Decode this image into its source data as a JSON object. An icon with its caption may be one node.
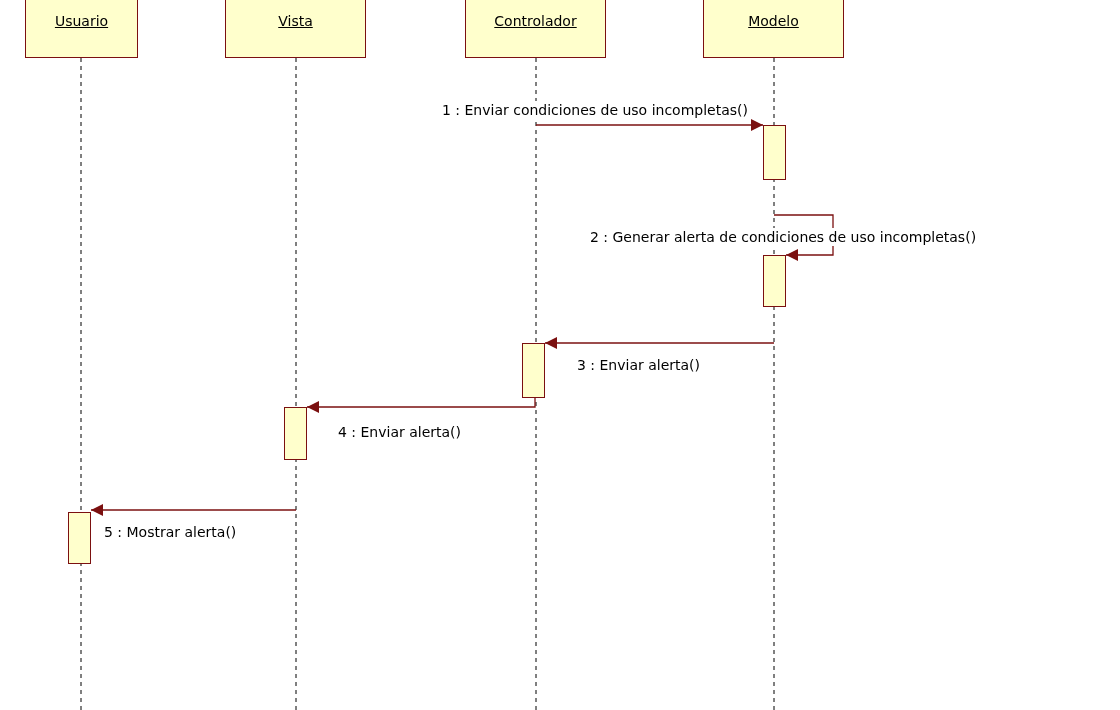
{
  "diagram": {
    "nodes": [
      {
        "text": [
          "Usuario"
        ]
      },
      {
        "text": [
          "Vista"
        ]
      },
      {
        "text": [
          "Controlador"
        ]
      },
      {
        "text": [
          "Modelo"
        ]
      },
      {
        "text": [],
        "shape": "bar"
      },
      {
        "text": [],
        "shape": "bar"
      },
      {
        "text": [],
        "shape": "bar"
      },
      {
        "text": [],
        "shape": "bar"
      },
      {
        "text": [],
        "shape": "bar"
      }
    ],
    "edges": [
      {
        "from": null,
        "to": 4,
        "arrow": "to",
        "label": "1 : Enviar condiciones de uso incompletas()"
      },
      {
        "from": null,
        "to": 5,
        "arrow": "to",
        "label": "2 : Generar alerta de condiciones de uso incompletas()"
      },
      {
        "from": null,
        "to": 6,
        "arrow": "to",
        "label": "3 : Enviar alerta()"
      },
      {
        "from": 6,
        "to": 7,
        "arrow": "to",
        "label": "4 : Enviar alerta()"
      },
      {
        "from": null,
        "to": 8,
        "arrow": "to",
        "label": "5 : Mostrar alerta()"
      }
    ]
  }
}
